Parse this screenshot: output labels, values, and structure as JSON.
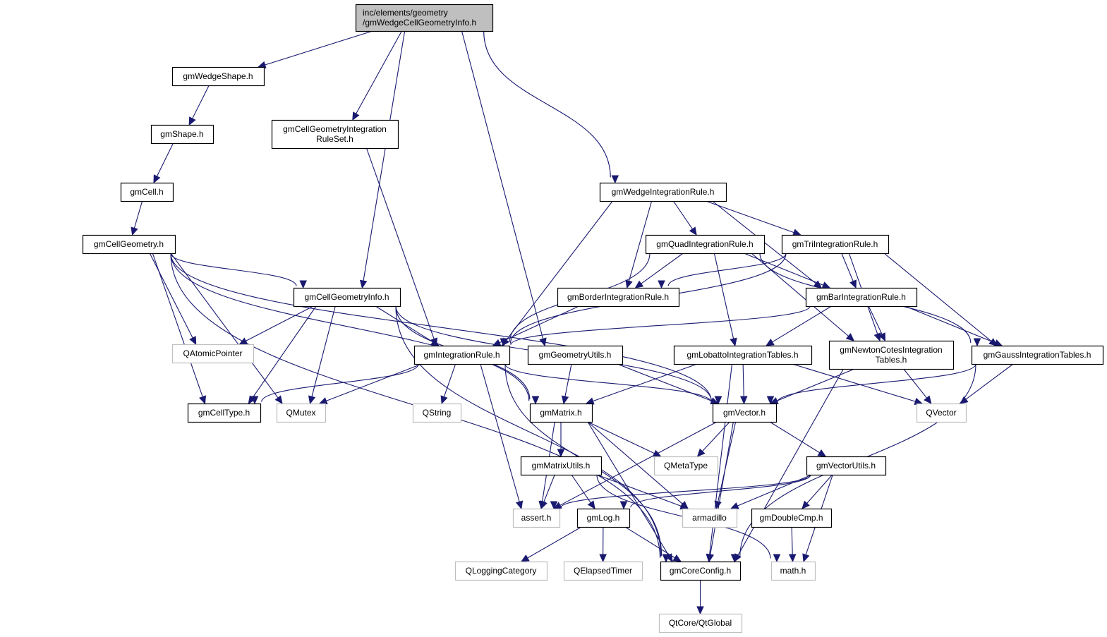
{
  "diagram": {
    "type": "include-dependency-graph",
    "colors": {
      "edge": "#191970",
      "root_fill": "#bfbfbf",
      "root_border": "#000000",
      "local_border": "#000000",
      "external_border": "#bfbfbf",
      "node_fill": "#ffffff"
    },
    "nodes": [
      {
        "id": "root",
        "lines": [
          "inc/elements/geometry",
          "/gmWedgeCellGeometryInfo.h"
        ],
        "kind": "root"
      },
      {
        "id": "wedgeshape",
        "lines": [
          "gmWedgeShape.h"
        ],
        "kind": "local"
      },
      {
        "id": "shape",
        "lines": [
          "gmShape.h"
        ],
        "kind": "local"
      },
      {
        "id": "cell",
        "lines": [
          "gmCell.h"
        ],
        "kind": "local"
      },
      {
        "id": "cellgeometry",
        "lines": [
          "gmCellGeometry.h"
        ],
        "kind": "local"
      },
      {
        "id": "cgirs",
        "lines": [
          "gmCellGeometryIntegration",
          "RuleSet.h"
        ],
        "kind": "local"
      },
      {
        "id": "cellgeominfo",
        "lines": [
          "gmCellGeometryInfo.h"
        ],
        "kind": "local"
      },
      {
        "id": "wedgeintrule",
        "lines": [
          "gmWedgeIntegrationRule.h"
        ],
        "kind": "local"
      },
      {
        "id": "quadintrule",
        "lines": [
          "gmQuadIntegrationRule.h"
        ],
        "kind": "local"
      },
      {
        "id": "triintrule",
        "lines": [
          "gmTriIntegrationRule.h"
        ],
        "kind": "local"
      },
      {
        "id": "borderintrule",
        "lines": [
          "gmBorderIntegrationRule.h"
        ],
        "kind": "local"
      },
      {
        "id": "barintrule",
        "lines": [
          "gmBarIntegrationRule.h"
        ],
        "kind": "local"
      },
      {
        "id": "qatomicpointer",
        "lines": [
          "QAtomicPointer"
        ],
        "kind": "external"
      },
      {
        "id": "intrule",
        "lines": [
          "gmIntegrationRule.h"
        ],
        "kind": "local"
      },
      {
        "id": "geomutils",
        "lines": [
          "gmGeometryUtils.h"
        ],
        "kind": "local"
      },
      {
        "id": "lobatto",
        "lines": [
          "gmLobattoIntegrationTables.h"
        ],
        "kind": "local"
      },
      {
        "id": "newtoncotes",
        "lines": [
          "gmNewtonCotesIntegration",
          "Tables.h"
        ],
        "kind": "local"
      },
      {
        "id": "gauss",
        "lines": [
          "gmGaussIntegrationTables.h"
        ],
        "kind": "local"
      },
      {
        "id": "celltype",
        "lines": [
          "gmCellType.h"
        ],
        "kind": "local"
      },
      {
        "id": "qmutex",
        "lines": [
          "QMutex"
        ],
        "kind": "external"
      },
      {
        "id": "qstring",
        "lines": [
          "QString"
        ],
        "kind": "external"
      },
      {
        "id": "matrix",
        "lines": [
          "gmMatrix.h"
        ],
        "kind": "local"
      },
      {
        "id": "vector",
        "lines": [
          "gmVector.h"
        ],
        "kind": "local"
      },
      {
        "id": "qvector",
        "lines": [
          "QVector"
        ],
        "kind": "external"
      },
      {
        "id": "matrixutils",
        "lines": [
          "gmMatrixUtils.h"
        ],
        "kind": "local"
      },
      {
        "id": "qmetatype",
        "lines": [
          "QMetaType"
        ],
        "kind": "external"
      },
      {
        "id": "vectorutils",
        "lines": [
          "gmVectorUtils.h"
        ],
        "kind": "local"
      },
      {
        "id": "asserth",
        "lines": [
          "assert.h"
        ],
        "kind": "external"
      },
      {
        "id": "log",
        "lines": [
          "gmLog.h"
        ],
        "kind": "local"
      },
      {
        "id": "armadillo",
        "lines": [
          "armadillo"
        ],
        "kind": "external"
      },
      {
        "id": "doublecmp",
        "lines": [
          "gmDoubleCmp.h"
        ],
        "kind": "local"
      },
      {
        "id": "qloggingcategory",
        "lines": [
          "QLoggingCategory"
        ],
        "kind": "external"
      },
      {
        "id": "qelapsedtimer",
        "lines": [
          "QElapsedTimer"
        ],
        "kind": "external"
      },
      {
        "id": "coreconfig",
        "lines": [
          "gmCoreConfig.h"
        ],
        "kind": "local"
      },
      {
        "id": "mathh",
        "lines": [
          "math.h"
        ],
        "kind": "external"
      },
      {
        "id": "qtglobal",
        "lines": [
          "QtCore/QtGlobal"
        ],
        "kind": "external"
      }
    ],
    "edges": [
      [
        "root",
        "wedgeshape"
      ],
      [
        "root",
        "cgirs"
      ],
      [
        "root",
        "cellgeominfo"
      ],
      [
        "root",
        "geomutils"
      ],
      [
        "root",
        "wedgeintrule"
      ],
      [
        "wedgeshape",
        "shape"
      ],
      [
        "shape",
        "cell"
      ],
      [
        "cell",
        "cellgeometry"
      ],
      [
        "cgirs",
        "intrule"
      ],
      [
        "cellgeometry",
        "cellgeominfo"
      ],
      [
        "cellgeometry",
        "qatomicpointer"
      ],
      [
        "cellgeometry",
        "celltype"
      ],
      [
        "cellgeometry",
        "qmutex"
      ],
      [
        "cellgeometry",
        "matrix"
      ],
      [
        "cellgeometry",
        "vector"
      ],
      [
        "cellgeometry",
        "coreconfig"
      ],
      [
        "cellgeominfo",
        "qatomicpointer"
      ],
      [
        "cellgeominfo",
        "celltype"
      ],
      [
        "cellgeominfo",
        "qmutex"
      ],
      [
        "cellgeominfo",
        "intrule"
      ],
      [
        "cellgeominfo",
        "matrix"
      ],
      [
        "cellgeominfo",
        "vector"
      ],
      [
        "cellgeominfo",
        "coreconfig"
      ],
      [
        "wedgeintrule",
        "intrule"
      ],
      [
        "wedgeintrule",
        "borderintrule"
      ],
      [
        "wedgeintrule",
        "quadintrule"
      ],
      [
        "wedgeintrule",
        "triintrule"
      ],
      [
        "wedgeintrule",
        "barintrule"
      ],
      [
        "quadintrule",
        "intrule"
      ],
      [
        "quadintrule",
        "borderintrule"
      ],
      [
        "quadintrule",
        "barintrule"
      ],
      [
        "quadintrule",
        "lobatto"
      ],
      [
        "quadintrule",
        "newtoncotes"
      ],
      [
        "quadintrule",
        "gauss"
      ],
      [
        "triintrule",
        "intrule"
      ],
      [
        "triintrule",
        "borderintrule"
      ],
      [
        "triintrule",
        "barintrule"
      ],
      [
        "triintrule",
        "newtoncotes"
      ],
      [
        "triintrule",
        "gauss"
      ],
      [
        "borderintrule",
        "intrule"
      ],
      [
        "barintrule",
        "intrule"
      ],
      [
        "barintrule",
        "lobatto"
      ],
      [
        "barintrule",
        "newtoncotes"
      ],
      [
        "barintrule",
        "gauss"
      ],
      [
        "intrule",
        "celltype"
      ],
      [
        "intrule",
        "qmutex"
      ],
      [
        "intrule",
        "qstring"
      ],
      [
        "intrule",
        "vector"
      ],
      [
        "intrule",
        "asserth"
      ],
      [
        "intrule",
        "coreconfig"
      ],
      [
        "geomutils",
        "matrix"
      ],
      [
        "geomutils",
        "vector"
      ],
      [
        "lobatto",
        "matrix"
      ],
      [
        "lobatto",
        "vector"
      ],
      [
        "lobatto",
        "qvector"
      ],
      [
        "lobatto",
        "coreconfig"
      ],
      [
        "newtoncotes",
        "vector"
      ],
      [
        "newtoncotes",
        "qvector"
      ],
      [
        "newtoncotes",
        "coreconfig"
      ],
      [
        "gauss",
        "vector"
      ],
      [
        "gauss",
        "qvector"
      ],
      [
        "gauss",
        "coreconfig"
      ],
      [
        "matrix",
        "matrixutils"
      ],
      [
        "matrix",
        "qmetatype"
      ],
      [
        "matrix",
        "asserth"
      ],
      [
        "matrix",
        "armadillo"
      ],
      [
        "matrix",
        "coreconfig"
      ],
      [
        "vector",
        "qmetatype"
      ],
      [
        "vector",
        "vectorutils"
      ],
      [
        "vector",
        "asserth"
      ],
      [
        "vector",
        "armadillo"
      ],
      [
        "vector",
        "coreconfig"
      ],
      [
        "matrixutils",
        "asserth"
      ],
      [
        "matrixutils",
        "log"
      ],
      [
        "matrixutils",
        "armadillo"
      ],
      [
        "matrixutils",
        "mathh"
      ],
      [
        "vectorutils",
        "asserth"
      ],
      [
        "vectorutils",
        "log"
      ],
      [
        "vectorutils",
        "armadillo"
      ],
      [
        "vectorutils",
        "doublecmp"
      ],
      [
        "vectorutils",
        "mathh"
      ],
      [
        "log",
        "qloggingcategory"
      ],
      [
        "log",
        "qelapsedtimer"
      ],
      [
        "log",
        "coreconfig"
      ],
      [
        "doublecmp",
        "mathh"
      ],
      [
        "coreconfig",
        "qtglobal"
      ]
    ]
  }
}
